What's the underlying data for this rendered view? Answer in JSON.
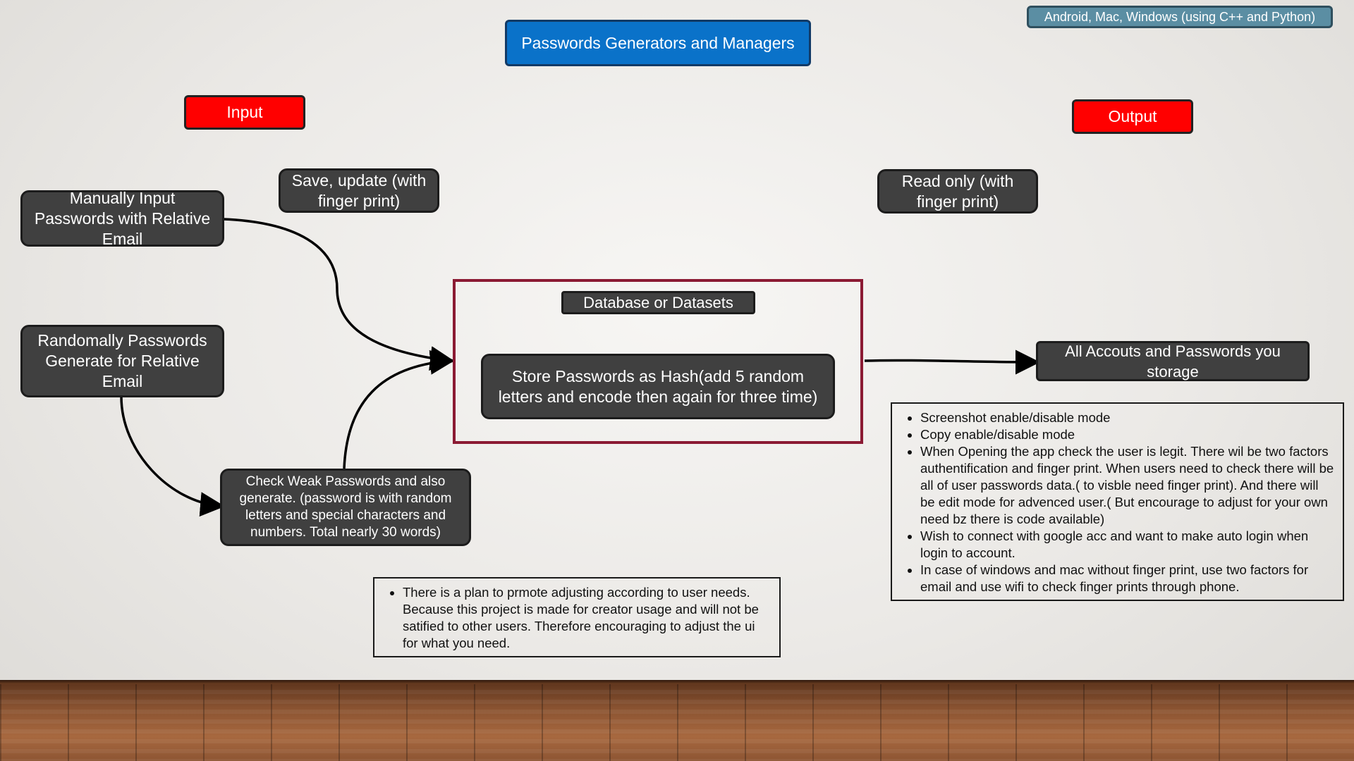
{
  "title": "Passwords Generators and Managers",
  "platforms": "Android, Mac, Windows (using C++ and Python)",
  "input_label": "Input",
  "output_label": "Output",
  "manual_input": "Manually Input Passwords with Relative Email",
  "random_generate": "Randomally Passwords Generate for Relative Email",
  "save_update": "Save, update (with finger print)",
  "read_only": "Read only (with finger print)",
  "database_label": "Database or Datasets",
  "store_hash": "Store Passwords as Hash(add 5 random letters and encode then again for three time)",
  "check_weak": "Check Weak Passwords and also generate. (password is with random letters and special characters and numbers. Total nearly 30 words)",
  "all_accounts": "All Accouts and Passwords you storage",
  "plan_note": [
    "There is a plan to prmote adjusting according to user needs. Because this project is made for creator usage and will not be satified to other users. Therefore encouraging to adjust the ui for what you need."
  ],
  "features": [
    "Screenshot enable/disable mode",
    "Copy enable/disable mode",
    "When Opening the app check the user is legit. There wil be two factors authentification and finger print. When users need to check there will be all of user passwords data.( to visble need finger print). And there will be edit mode for advenced user.( But encourage to adjust for your own need bz there is code available)",
    "Wish to connect with google acc and want to make auto login when login to account.",
    "In case of windows and mac without finger print, use two factors for email and use wifi to check finger prints through phone."
  ]
}
